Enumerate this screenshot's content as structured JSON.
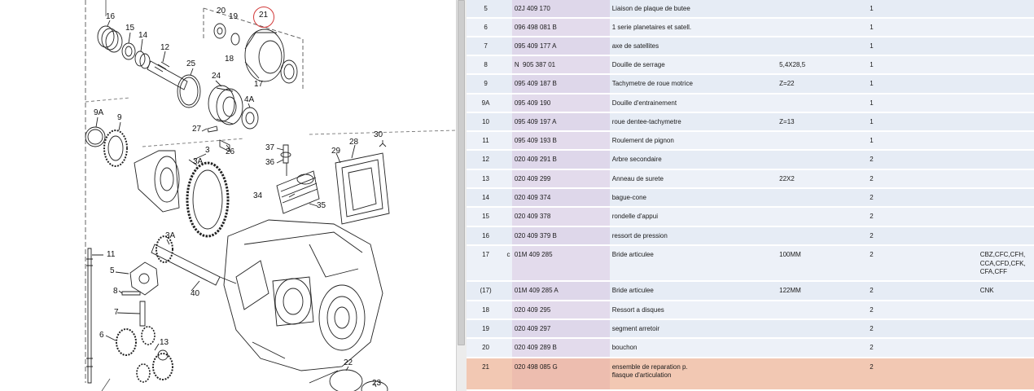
{
  "diagram": {
    "highlighted_callout": "21",
    "callouts": [
      {
        "id": "c16",
        "label": "16"
      },
      {
        "id": "c15",
        "label": "15"
      },
      {
        "id": "c14",
        "label": "14"
      },
      {
        "id": "c12",
        "label": "12"
      },
      {
        "id": "c20",
        "label": "20"
      },
      {
        "id": "c19",
        "label": "19"
      },
      {
        "id": "c21",
        "label": "21"
      },
      {
        "id": "c18",
        "label": "18"
      },
      {
        "id": "c17",
        "label": "17"
      },
      {
        "id": "c25",
        "label": "25"
      },
      {
        "id": "c24",
        "label": "24"
      },
      {
        "id": "c4A",
        "label": "4A"
      },
      {
        "id": "c9A",
        "label": "9A"
      },
      {
        "id": "c9",
        "label": "9"
      },
      {
        "id": "c27",
        "label": "27"
      },
      {
        "id": "c26",
        "label": "26"
      },
      {
        "id": "c3",
        "label": "3"
      },
      {
        "id": "c3A",
        "label": "3A"
      },
      {
        "id": "c37",
        "label": "37"
      },
      {
        "id": "c36",
        "label": "36"
      },
      {
        "id": "c30",
        "label": "30"
      },
      {
        "id": "c28",
        "label": "28"
      },
      {
        "id": "c29",
        "label": "29"
      },
      {
        "id": "c34",
        "label": "34"
      },
      {
        "id": "c35",
        "label": "35"
      },
      {
        "id": "c3A2",
        "label": "3A"
      },
      {
        "id": "c11",
        "label": "11"
      },
      {
        "id": "c5",
        "label": "5"
      },
      {
        "id": "c8",
        "label": "8"
      },
      {
        "id": "c40",
        "label": "40"
      },
      {
        "id": "c7",
        "label": "7"
      },
      {
        "id": "c6",
        "label": "6"
      },
      {
        "id": "c13",
        "label": "13"
      },
      {
        "id": "c22",
        "label": "22"
      },
      {
        "id": "c23",
        "label": "23"
      }
    ]
  },
  "table": {
    "rows": [
      {
        "pos": "5",
        "mark": "",
        "part": "02J 409 170",
        "desc": "Liaison de plaque de butee",
        "remark": "",
        "qty": "1",
        "model": ""
      },
      {
        "pos": "6",
        "mark": "",
        "part": "096 498 081 B",
        "desc": "1 serie planetaires et satell.",
        "remark": "",
        "qty": "1",
        "model": ""
      },
      {
        "pos": "7",
        "mark": "",
        "part": "095 409 177 A",
        "desc": "axe de satellites",
        "remark": "",
        "qty": "1",
        "model": ""
      },
      {
        "pos": "8",
        "mark": "",
        "part": "N  905 387 01",
        "desc": "Douille de serrage",
        "remark": "5,4X28,5",
        "qty": "1",
        "model": ""
      },
      {
        "pos": "9",
        "mark": "",
        "part": "095 409 187 B",
        "desc": "Tachymetre de roue motrice",
        "remark": "Z=22",
        "qty": "1",
        "model": ""
      },
      {
        "pos": "9A",
        "mark": "",
        "part": "095 409 190",
        "desc": "Douille d'entrainement",
        "remark": "",
        "qty": "1",
        "model": ""
      },
      {
        "pos": "10",
        "mark": "",
        "part": "095 409 197 A",
        "desc": "roue dentee-tachymetre",
        "remark": "Z=13",
        "qty": "1",
        "model": ""
      },
      {
        "pos": "11",
        "mark": "",
        "part": "095 409 193 B",
        "desc": "Roulement de pignon",
        "remark": "",
        "qty": "1",
        "model": ""
      },
      {
        "pos": "12",
        "mark": "",
        "part": "020 409 291 B",
        "desc": "Arbre secondaire",
        "remark": "",
        "qty": "2",
        "model": ""
      },
      {
        "pos": "13",
        "mark": "",
        "part": "020 409 299",
        "desc": "Anneau de surete",
        "remark": "22X2",
        "qty": "2",
        "model": ""
      },
      {
        "pos": "14",
        "mark": "",
        "part": "020 409 374",
        "desc": "bague-cone",
        "remark": "",
        "qty": "2",
        "model": ""
      },
      {
        "pos": "15",
        "mark": "",
        "part": "020 409 378",
        "desc": "rondelle d'appui",
        "remark": "",
        "qty": "2",
        "model": ""
      },
      {
        "pos": "16",
        "mark": "",
        "part": "020 409 379 B",
        "desc": "ressort de pression",
        "remark": "",
        "qty": "2",
        "model": ""
      },
      {
        "pos": "17",
        "mark": "c",
        "part": "01M 409 285",
        "desc": "Bride articulee",
        "remark": "100MM",
        "qty": "2",
        "model": "CBZ,CFC,CFH,\nCCA,CFD,CFK,\nCFA,CFF"
      },
      {
        "pos": "(17)",
        "mark": "",
        "part": "01M 409 285 A",
        "desc": "Bride articulee",
        "remark": "122MM",
        "qty": "2",
        "model": "CNK"
      },
      {
        "pos": "18",
        "mark": "",
        "part": "020 409 295",
        "desc": "Ressort a disques",
        "remark": "",
        "qty": "2",
        "model": ""
      },
      {
        "pos": "19",
        "mark": "",
        "part": "020 409 297",
        "desc": "segment arretoir",
        "remark": "",
        "qty": "2",
        "model": ""
      },
      {
        "pos": "20",
        "mark": "",
        "part": "020 409 289 B",
        "desc": "bouchon",
        "remark": "",
        "qty": "2",
        "model": ""
      },
      {
        "pos": "21",
        "mark": "",
        "part": "020 498 085 G",
        "desc": "ensemble de reparation p.\nflasque d'articulation",
        "remark": "",
        "qty": "2",
        "model": ""
      }
    ]
  },
  "colors": {
    "row_bg": "#e6ecf5",
    "part_col_tint": "#c8a0cd",
    "highlight_row": "#f2c8b3",
    "callout_circle": "#d23a3a"
  }
}
